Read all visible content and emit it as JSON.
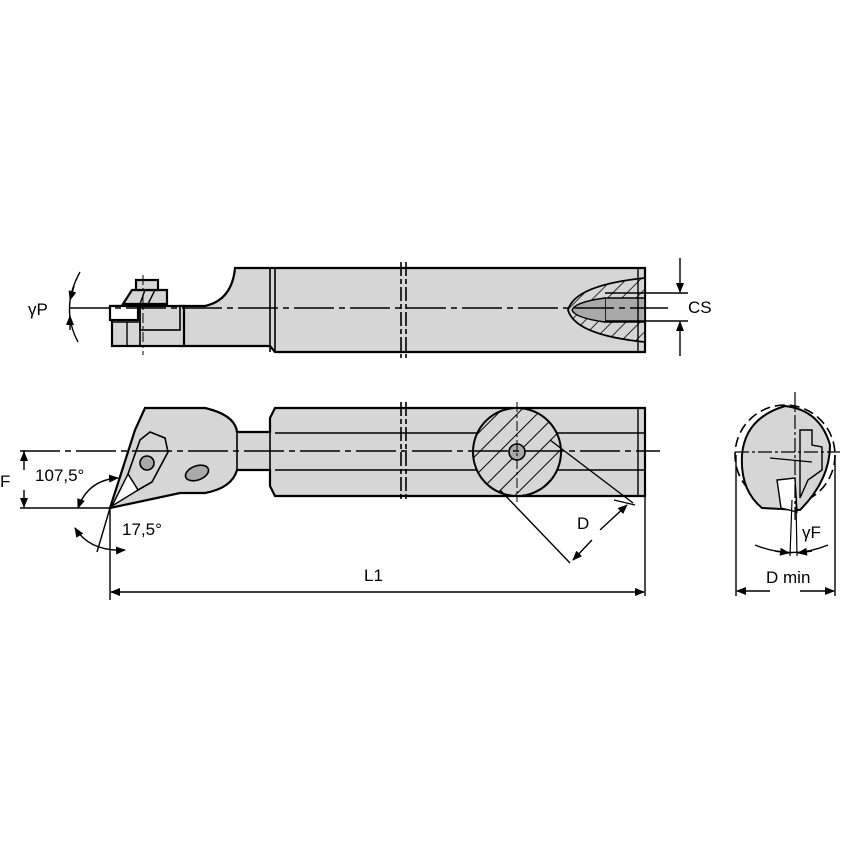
{
  "drawing": {
    "title": "Boring bar technical drawing",
    "views": [
      "top-view",
      "side-view",
      "end-view"
    ],
    "colors": {
      "body": "#d6d6d6",
      "line": "#000000",
      "section": "#a9a9a9",
      "background": "#ffffff"
    }
  },
  "labels": {
    "gamma_p": "γP",
    "cs": "CS",
    "f": "F",
    "angle_main": "107,5°",
    "angle_sub": "17,5°",
    "d": "D",
    "l1": "L1",
    "gamma_f": "γF",
    "d_min": "D min"
  }
}
